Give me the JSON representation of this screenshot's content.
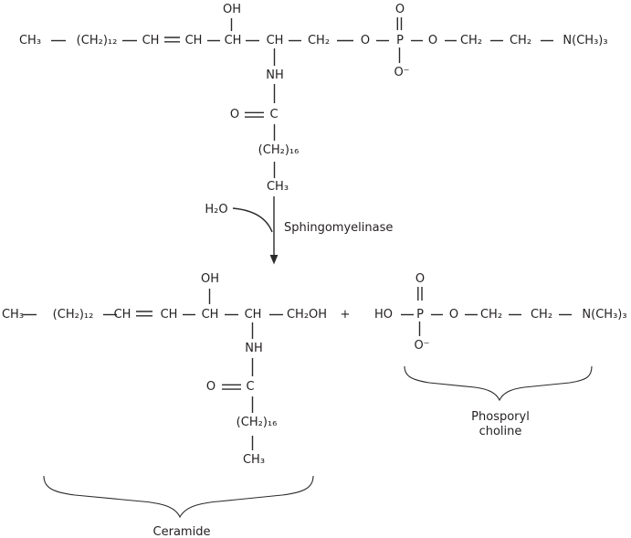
{
  "colors": {
    "ink": "#231f20",
    "background": "#ffffff"
  },
  "sphingomyelin": {
    "chain": [
      "CH₃",
      "(CH₂)₁₂",
      "CH",
      "CH",
      "CH",
      "CH",
      "CH₂",
      "O",
      "P",
      "O",
      "CH₂",
      "CH₂",
      "N(CH₃)₃"
    ],
    "hydroxyl": "OH",
    "phosphate_oxygen": "O",
    "phosphate_oxide": "O⁻",
    "amide_nh": "NH",
    "amide_o": "O",
    "amide_c": "C",
    "acyl_chain": "(CH₂)₁₆",
    "acyl_terminal": "CH₃"
  },
  "reaction": {
    "water": "H₂O",
    "enzyme": "Sphingomyelinase"
  },
  "ceramide": {
    "chain": [
      "CH₃",
      "(CH₂)₁₂",
      "CH",
      "CH",
      "CH",
      "CH",
      "CH₂OH"
    ],
    "hydroxyl": "OH",
    "amide_nh": "NH",
    "amide_o": "O",
    "amide_c": "C",
    "acyl_chain": "(CH₂)₁₆",
    "acyl_terminal": "CH₃",
    "label": "Ceramide"
  },
  "plus_sign": "+",
  "phosphoryl_choline": {
    "chain": [
      "HO",
      "P",
      "O",
      "CH₂",
      "CH₂",
      "N(CH₃)₃"
    ],
    "oxygen_top": "O",
    "oxide": "O⁻",
    "label_line1": "Phosporyl",
    "label_line2": "choline"
  }
}
